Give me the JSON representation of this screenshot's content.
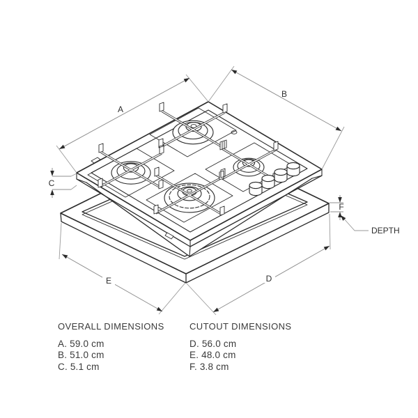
{
  "diagram": {
    "labels": {
      "a": "A",
      "b": "B",
      "c": "C",
      "d": "D",
      "e": "E",
      "f": "F",
      "depth": "DEPTH"
    }
  },
  "dimensions": {
    "overall": {
      "title": "OVERALL DIMENSIONS",
      "items": [
        "A. 59.0 cm",
        "B. 51.0 cm",
        "C. 5.1 cm"
      ]
    },
    "cutout": {
      "title": "CUTOUT DIMENSIONS",
      "items": [
        "D. 56.0 cm",
        "E. 48.0 cm",
        "F. 3.8 cm"
      ]
    }
  },
  "colors": {
    "outline": "#2b2b2b",
    "dimension_line": "#8f8f8f",
    "label_text": "#2e2e2e",
    "body_text": "#3a3a3a",
    "background": "#ffffff"
  }
}
